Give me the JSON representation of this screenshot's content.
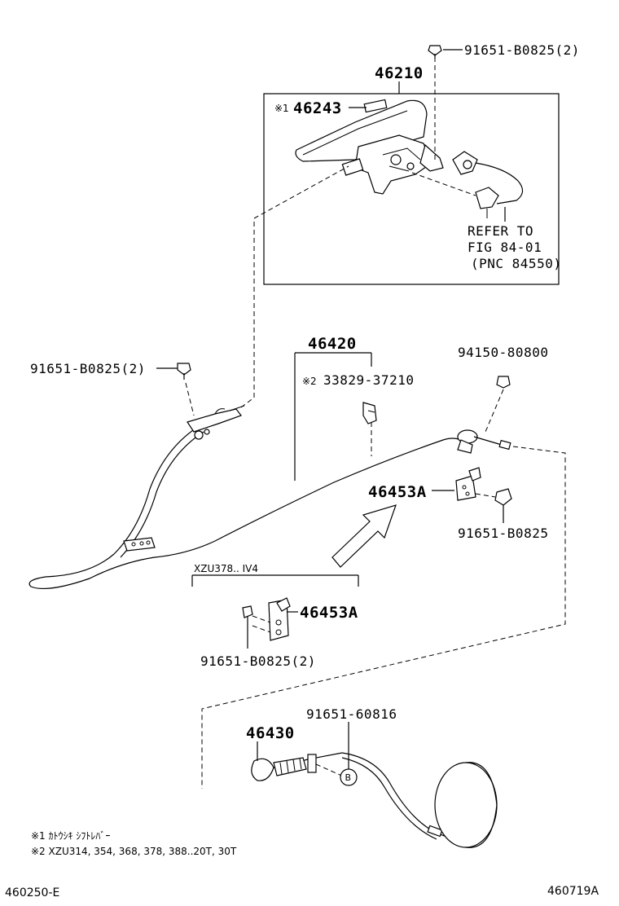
{
  "callouts": {
    "bolt_top": "91651-B0825(2)",
    "lever_assy": "46210",
    "grip_mark": "※1",
    "grip": "46243",
    "refer_line1": "REFER TO",
    "refer_line2": "FIG 84-01",
    "refer_line3": "(PNC 84550)",
    "bolt_left": "91651-B0825(2)",
    "cable_no1": "46420",
    "clip_mark": "※2",
    "clip": "33829-37210",
    "nut_right": "94150-80800",
    "bracket_upper": "46453A",
    "bolt_bracket": "91651-B0825",
    "variant_header": "XZU378.. IV4",
    "bracket_lower": "46453A",
    "bolt_lower": "91651-B0825(2)",
    "bolt_bottom": "91651-60816",
    "cable_no3": "46430",
    "circle_b": "B"
  },
  "notes": [
    "※1  ｶﾄｳｼｷ ｼﾌﾄﾚﾊﾞｰ",
    "※2  XZU314, 354, 368, 378, 388..20T, 30T"
  ],
  "footer": {
    "left_code": "460250-E",
    "right_code": "460719A"
  }
}
